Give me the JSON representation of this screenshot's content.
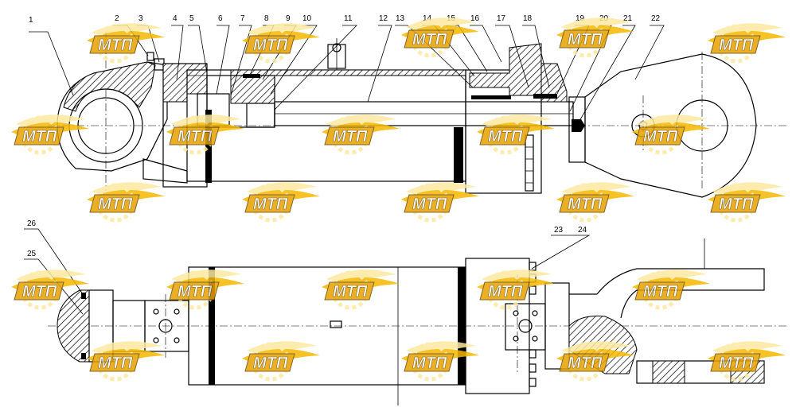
{
  "diagram": {
    "callouts_top": [
      {
        "id": "1",
        "text": "1"
      },
      {
        "id": "2",
        "text": "2"
      },
      {
        "id": "3",
        "text": "3"
      },
      {
        "id": "4",
        "text": "4"
      },
      {
        "id": "5",
        "text": "5"
      },
      {
        "id": "6",
        "text": "6"
      },
      {
        "id": "7",
        "text": "7"
      },
      {
        "id": "8",
        "text": "8"
      },
      {
        "id": "9",
        "text": "9"
      },
      {
        "id": "10",
        "text": "10"
      },
      {
        "id": "11",
        "text": "11"
      },
      {
        "id": "12",
        "text": "12"
      },
      {
        "id": "13",
        "text": "13"
      },
      {
        "id": "14",
        "text": "14"
      },
      {
        "id": "15",
        "text": "15"
      },
      {
        "id": "16",
        "text": "16"
      },
      {
        "id": "17",
        "text": "17"
      },
      {
        "id": "18",
        "text": "18"
      },
      {
        "id": "19",
        "text": "19"
      },
      {
        "id": "20",
        "text": "20"
      },
      {
        "id": "21",
        "text": "21"
      },
      {
        "id": "22",
        "text": "22"
      }
    ],
    "callouts_bottom": [
      {
        "id": "23",
        "text": "23"
      },
      {
        "id": "24",
        "text": "24"
      },
      {
        "id": "25",
        "text": "25"
      },
      {
        "id": "26",
        "text": "26"
      }
    ]
  },
  "watermark": {
    "text": "МТП",
    "colors": {
      "wing": "#f5b800",
      "wing_light": "#fde9a0",
      "badge": "#e8a200",
      "badge_dark": "#6b4a00"
    }
  }
}
